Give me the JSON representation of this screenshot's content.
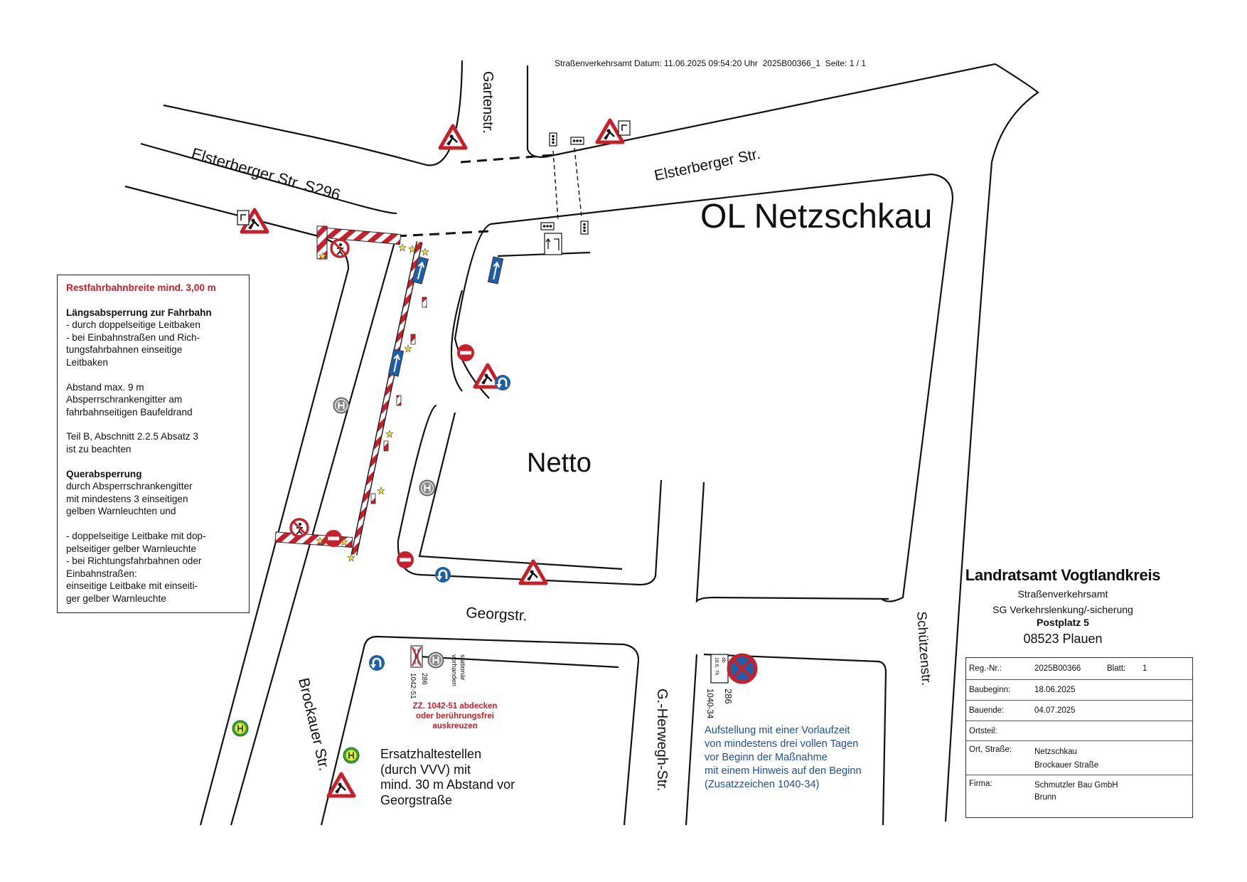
{
  "header": {
    "line": "Straßenverkehrsamt Datum: 11.06.2025 09:54:20 Uhr  2025B00366_1  Seite: 1 / 1"
  },
  "map": {
    "title": "OL Netzschkau",
    "netto": "Netto",
    "streets": {
      "elsterberger_s296": "Elsterberger Str.   S296",
      "elsterberger": "Elsterberger Str.",
      "garten": "Gartenstr.",
      "georg": "Georgstr.",
      "brockauer": "Brockauer Str.",
      "herwegh": "G.-Herwegh-Str.",
      "schuetzen": "Schützenstr."
    },
    "sign_labels": {
      "zz_1042_51": "1042-51",
      "zz_286": "286",
      "stationaer": "stationär\nvorhanden",
      "zz_1040_34": "1040-34",
      "zz_286b": "286",
      "ab_tag": "ab\n18.6. 7h"
    }
  },
  "notes": {
    "heading": "Restfahrbahnbreite mind. 3,00 m",
    "laengs_title": "Längsabsperrung zur Fahrbahn",
    "laengs_text": "- durch doppelseitige Leitbaken\n- bei Einbahnstraßen und Rich-\n  tungsfahrbahnen einseitige\n  Leitbaken",
    "abstand_text": "Abstand max. 9 m\nAbsperrschrankengitter am\nfahrbahnseitigen Baufeldrand",
    "teil_text": "Teil B, Abschnitt 2.2.5 Absatz 3\nist zu beachten",
    "quer_title": "Querabsperrung",
    "quer_text": "durch Absperrschrankengitter\nmit mindestens 3 einseitigen\ngelben Warnleuchten und",
    "leitbake_text": "- doppelseitige Leitbake mit dop-\n  pelseitiger gelber Warnleuchte\n- bei Richtungsfahrbahnen oder\n  Einbahnstraßen:\n  einseitige Leitbake mit einseiti-\n  ger gelber Warnleuchte"
  },
  "annotations": {
    "red_note": "ZZ. 1042-51 abdecken\noder berührungsfrei\nauskreuzen",
    "ersatz": "Ersatzhaltestellen\n(durch VVV) mit\nmind. 30 m Abstand vor\nGeorgstraße",
    "aufstellung": "Aufstellung mit einer Vorlaufzeit\nvon mindestens drei vollen Tagen\nvor Beginn der Maßnahme\nmit einem Hinweis auf den Beginn\n(Zusatzzeichen 1040-34)"
  },
  "authority": {
    "name": "Landratsamt Vogtlandkreis",
    "dept1": "Straßenverkehrsamt",
    "dept2": "SG Verkehrslenkung/-sicherung",
    "address": "Postplatz 5",
    "city": "08523 Plauen"
  },
  "info_table": {
    "regnr_label": "Reg.-Nr.:",
    "regnr": "2025B00366",
    "blatt_label": "Blatt:",
    "blatt": "1",
    "baubeginn_label": "Baubeginn:",
    "baubeginn": "18.06.2025",
    "bauende_label": "Bauende:",
    "bauende": "04.07.2025",
    "ortsteil_label": "Ortsteil:",
    "ortsteil": "",
    "ort_label": "Ort, Straße:",
    "ort": "Netzschkau",
    "strasse": "Brockauer Straße",
    "firma_label": "Firma:",
    "firma": "Schmutzler Bau GmbH",
    "firma_ort": "Brunn"
  },
  "colors": {
    "sign_red": "#c8202a",
    "sign_blue": "#1f5fa8",
    "bus_stop_grey": "#8a8a8a",
    "bus_stop_green": "#3aa32e",
    "text_blue": "#1f4fa3"
  }
}
